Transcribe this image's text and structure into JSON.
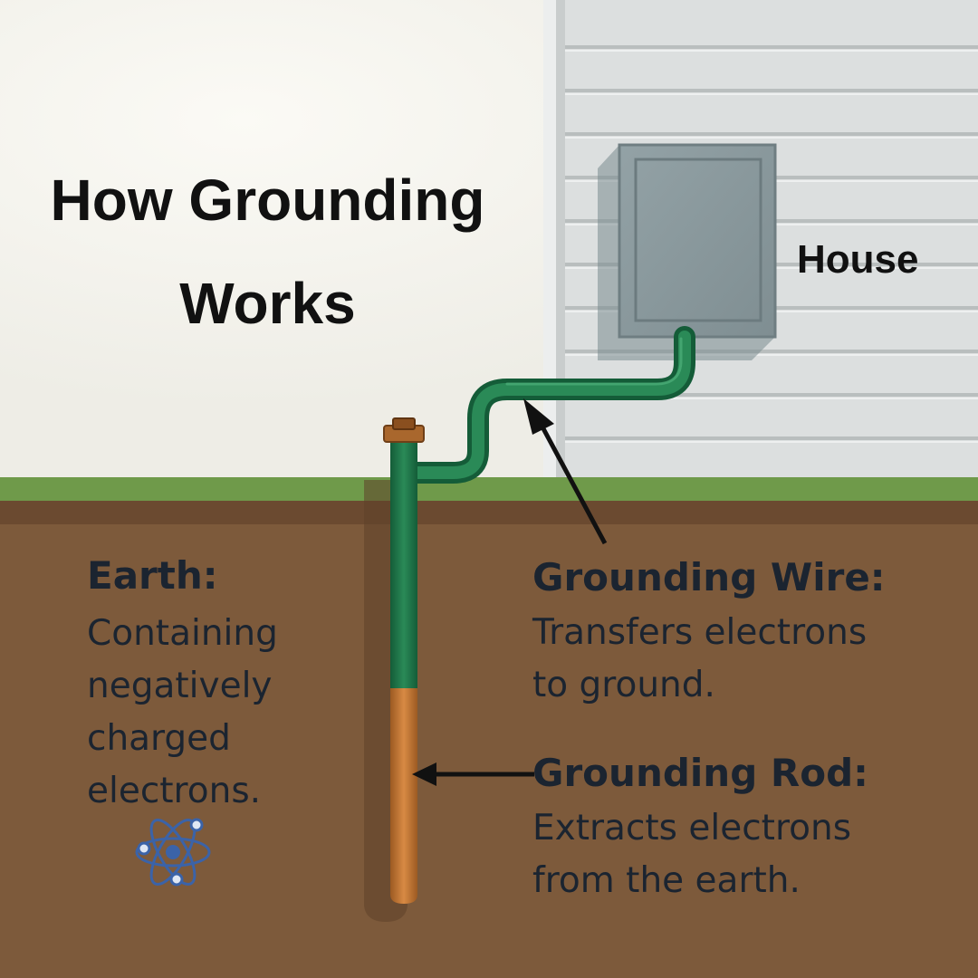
{
  "title": {
    "line1": "How Grounding",
    "line2": "Works"
  },
  "house_label": "House",
  "earth": {
    "heading": "Earth:",
    "lines": [
      "Containing",
      "negatively",
      "charged",
      "electrons."
    ]
  },
  "grounding_wire": {
    "heading": "Grounding Wire:",
    "lines": [
      "Transfers electrons",
      "to ground."
    ]
  },
  "grounding_rod": {
    "heading": "Grounding Rod:",
    "lines": [
      "Extracts electrons",
      "from the earth."
    ]
  },
  "colors": {
    "wall": "#f1f0ea",
    "siding": "#dcdfdf",
    "grass": "#6f9a4a",
    "soil": "#7d5a3b",
    "soil_top": "#6b4a30",
    "wire": "#1f7a4d",
    "rod_copper": "#c57a35",
    "panel": "#8c9b9f",
    "atom": "#3b63a8"
  },
  "icons": [
    "electrical-panel-icon",
    "atom-icon",
    "arrow-icon"
  ]
}
